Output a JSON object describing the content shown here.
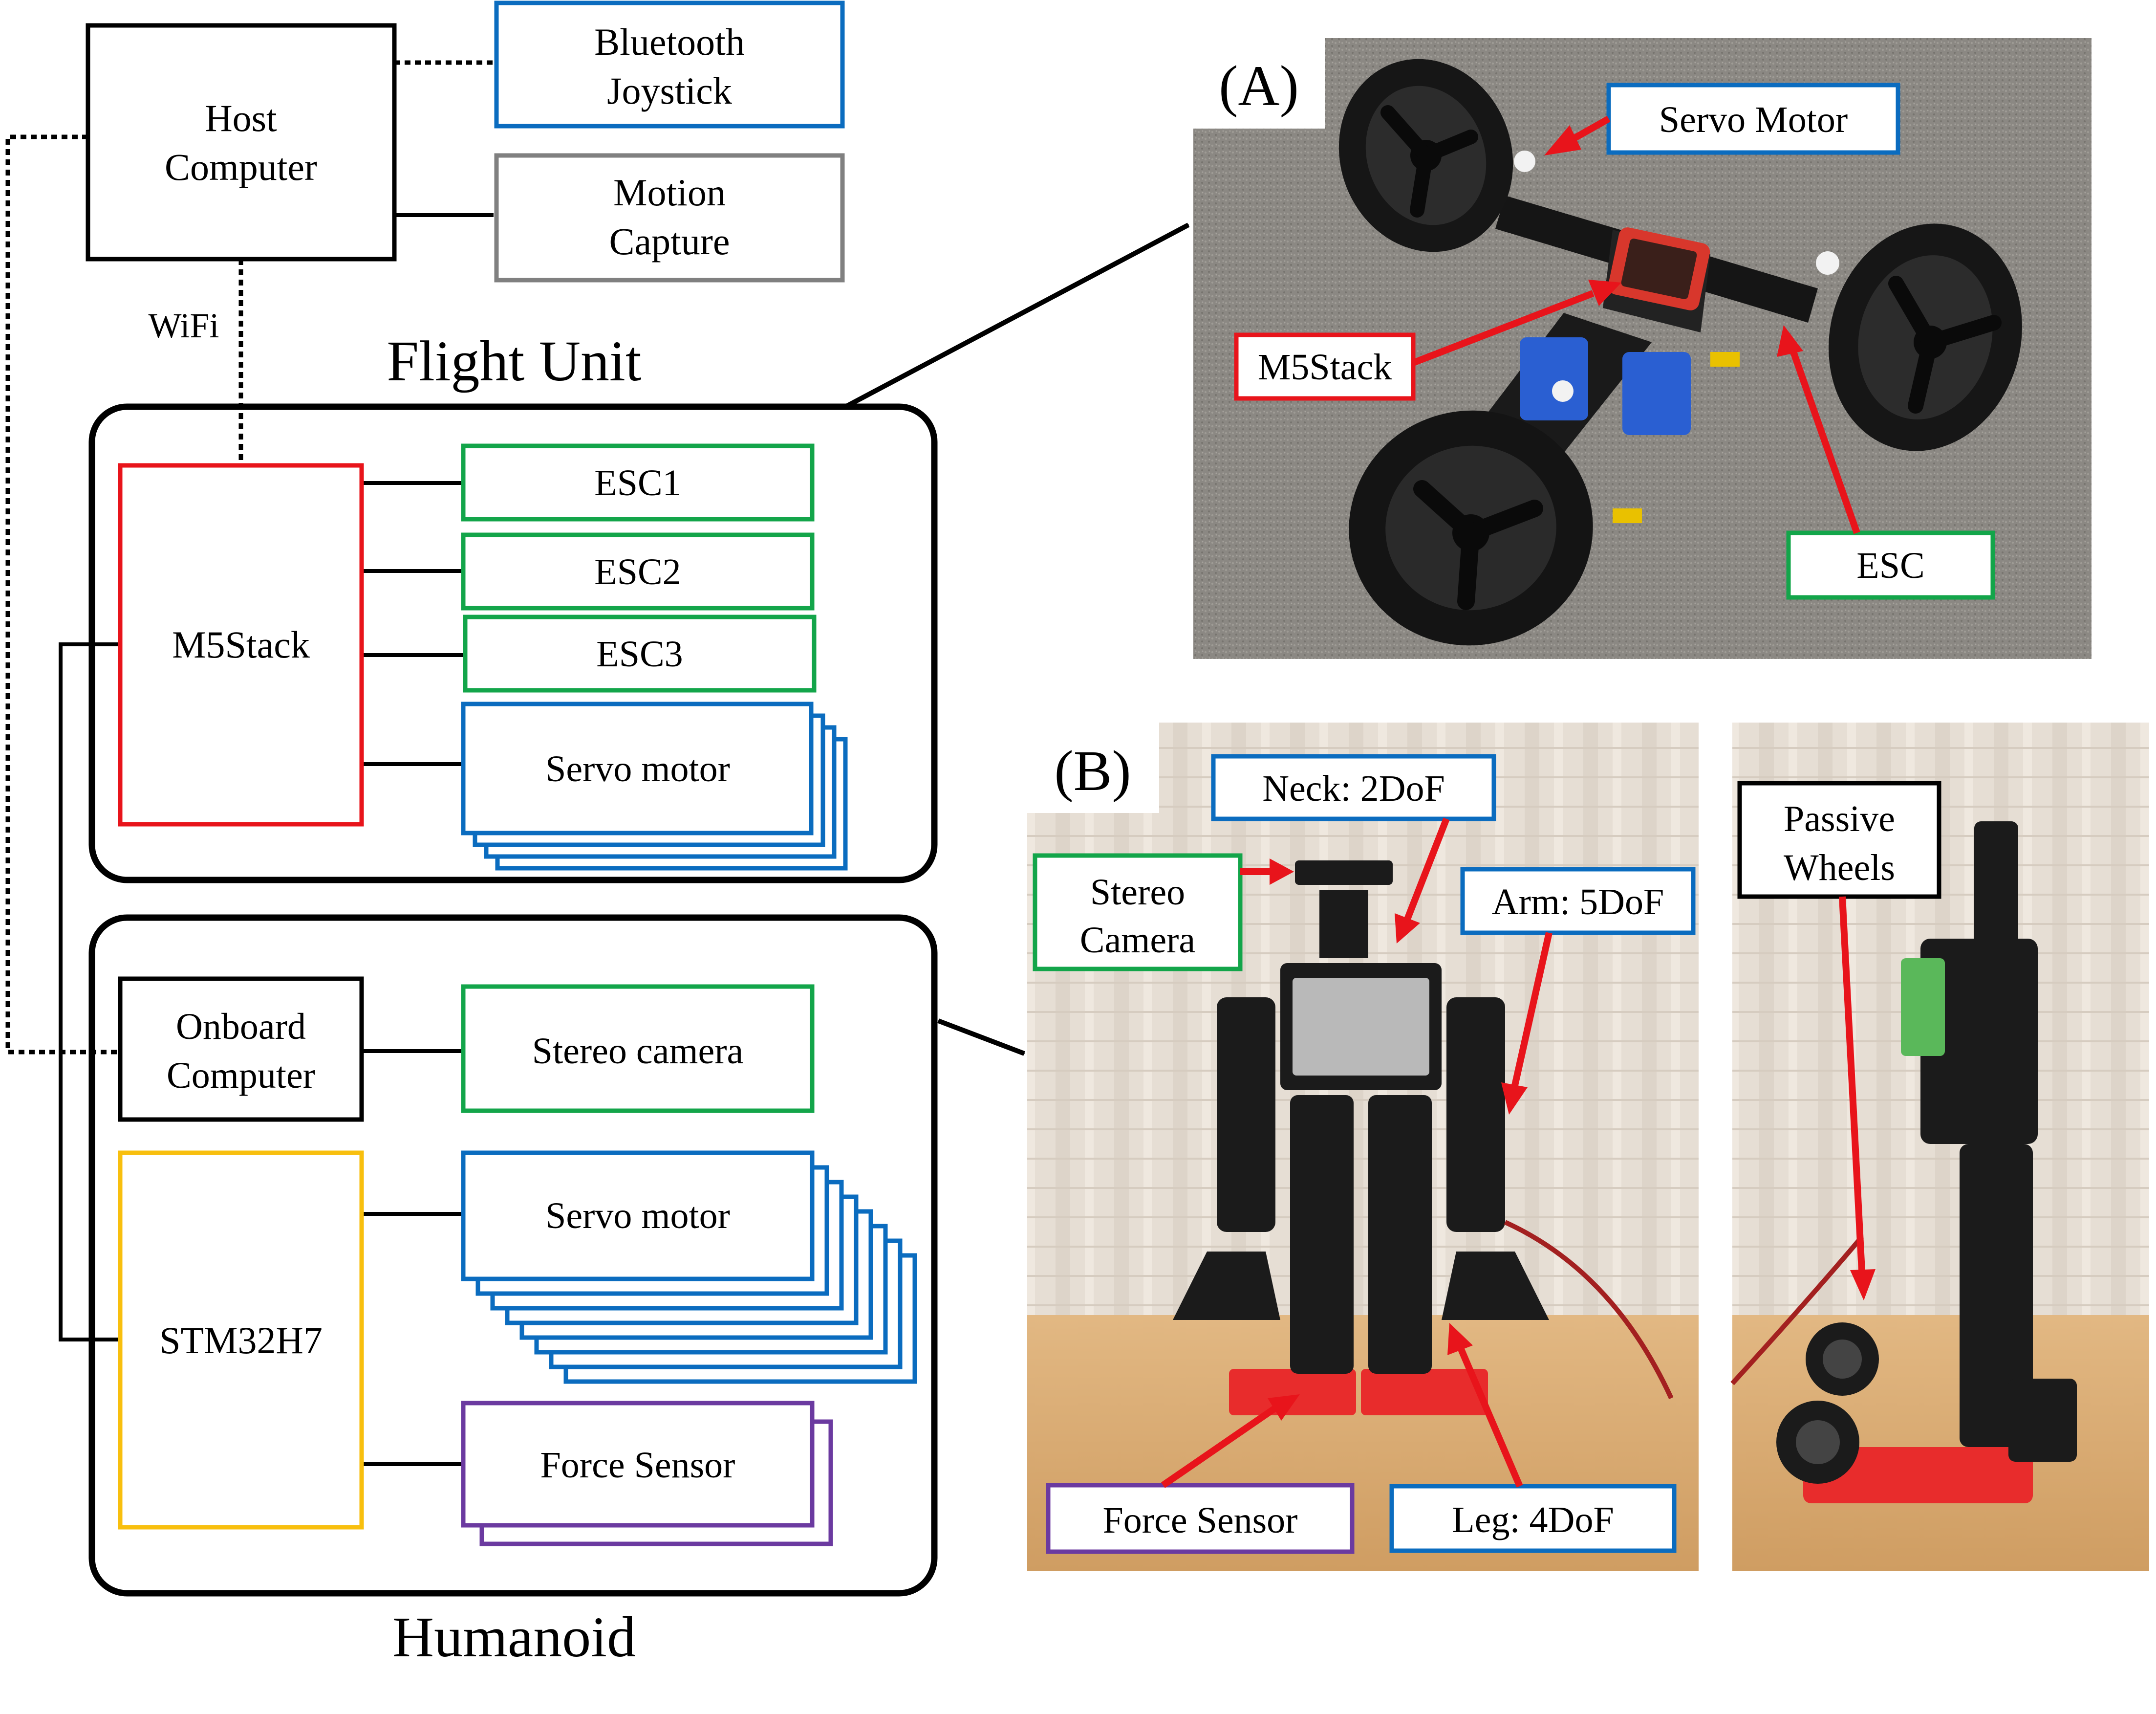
{
  "diagram": {
    "host": {
      "line1": "Host",
      "line2": "Computer"
    },
    "joystick": {
      "line1": "Bluetooth",
      "line2": "Joystick"
    },
    "mocap": {
      "line1": "Motion",
      "line2": "Capture"
    },
    "wifi": "WiFi",
    "flight_unit": {
      "title": "Flight Unit",
      "controller": "M5Stack",
      "esc1": "ESC1",
      "esc2": "ESC2",
      "esc3": "ESC3",
      "servo": "Servo motor"
    },
    "humanoid": {
      "title": "Humanoid",
      "onboard": {
        "line1": "Onboard",
        "line2": "Computer"
      },
      "stereo": "Stereo camera",
      "mcu": "STM32H7",
      "servo": "Servo motor",
      "force": "Force Sensor"
    }
  },
  "photo_a": {
    "panel_label": "(A)",
    "callouts": {
      "servo": "Servo Motor",
      "m5stack": "M5Stack",
      "esc": "ESC"
    }
  },
  "photo_b": {
    "panel_label": "(B)",
    "callouts": {
      "neck": "Neck: 2DoF",
      "stereo": {
        "line1": "Stereo",
        "line2": "Camera"
      },
      "arm": "Arm: 5DoF",
      "force": "Force Sensor",
      "leg": "Leg: 4DoF",
      "wheels": {
        "line1": "Passive",
        "line2": "Wheels"
      }
    }
  },
  "colors": {
    "red": "#e8141b",
    "green": "#13a54a",
    "blue": "#0b6cbf",
    "gray": "#808080",
    "yellow": "#f8bf0e",
    "purple": "#6b3aa0",
    "arrow": "#e8141b",
    "carpet": "#8b8883",
    "curtain": "#e4dcd2",
    "table": "#dcae75",
    "robot_black": "#1b1b1b",
    "robot_red": "#e82c2c"
  }
}
